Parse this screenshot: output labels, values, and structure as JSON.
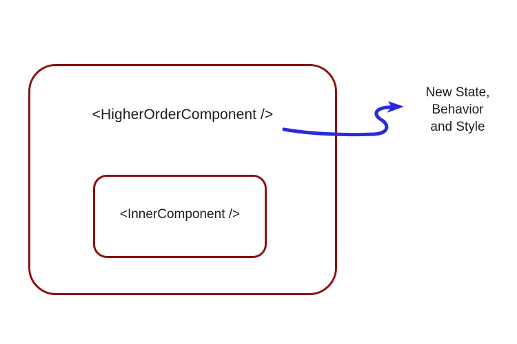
{
  "diagram": {
    "title": "Higher Order Component wrapping diagram",
    "background_color": "#ffffff",
    "box_border_color": "#8b1111",
    "arrow_color": "#2a2ae0",
    "text_color": "#1c1c1c",
    "outer_box": {
      "label": "<HigherOrderComponent />",
      "name": "higher-order-component"
    },
    "inner_box": {
      "label": "<InnerComponent />",
      "name": "inner-component"
    },
    "arrow": {
      "name": "squiggly-arrow-icon",
      "direction": "right-up",
      "color": "#2a2ae0"
    },
    "caption": {
      "lines": [
        "New State,",
        "Behavior",
        "and Style"
      ]
    }
  }
}
